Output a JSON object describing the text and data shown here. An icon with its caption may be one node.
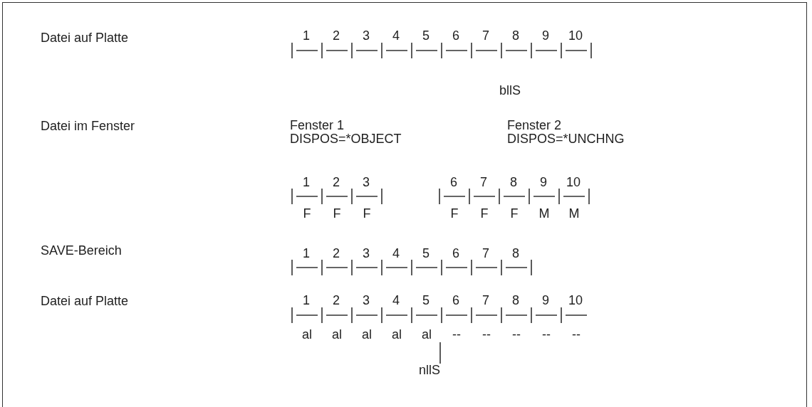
{
  "diagram": {
    "nodes": [
      {
        "text": [
          "al"
        ]
      },
      {
        "text": [
          "nllS"
        ]
      }
    ],
    "edges": [
      {
        "from": 1,
        "to": 0,
        "arrow": "none"
      }
    ],
    "labels": [
      "Datei auf Platte",
      "1",
      "2",
      "3",
      "4",
      "5",
      "6",
      "7",
      "8",
      "9",
      "10",
      "bllS",
      "Datei im Fenster",
      "Fenster 1",
      "DISPOS=*OBJECT",
      "Fenster 2",
      "DISPOS=*UNCHNG",
      "1",
      "2",
      "3",
      "6",
      "7",
      "8",
      "9",
      "10",
      "F",
      "F",
      "F",
      "F",
      "F",
      "F",
      "M",
      "M",
      "SAVE-Bereich",
      "1",
      "2",
      "3",
      "4",
      "5",
      "6",
      "7",
      "8",
      "Datei auf Platte",
      "1",
      "2",
      "3",
      "4",
      "5",
      "6",
      "7",
      "8",
      "9",
      "10",
      "al",
      "al",
      "al",
      "al",
      "--",
      "--",
      "--",
      "--",
      "--"
    ]
  }
}
